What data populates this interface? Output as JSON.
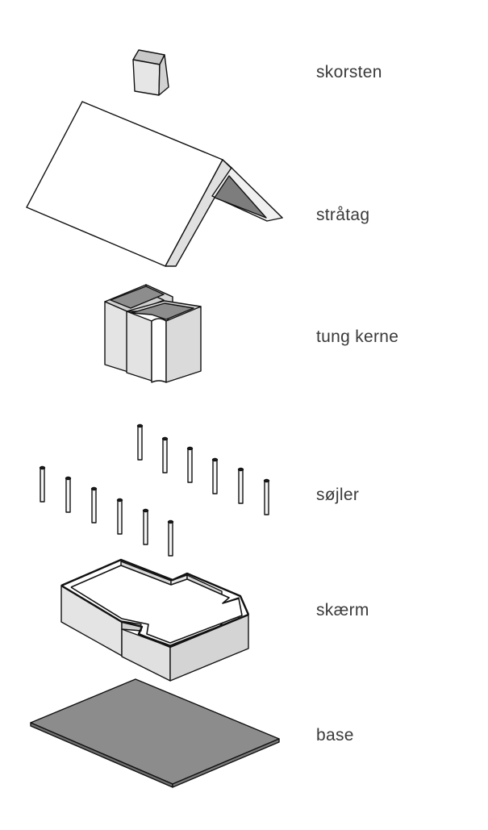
{
  "layers": [
    {
      "id": "chimney",
      "label": "skorsten",
      "icon": "chimney-block"
    },
    {
      "id": "roof",
      "label": "stråtag",
      "icon": "gable-roof"
    },
    {
      "id": "core",
      "label": "tung kerne",
      "icon": "heavy-core-walls"
    },
    {
      "id": "columns",
      "label": "søjler",
      "icon": "column-grid"
    },
    {
      "id": "screen",
      "label": "skærm",
      "icon": "perimeter-wall"
    },
    {
      "id": "base",
      "label": "base",
      "icon": "base-slab"
    }
  ],
  "colors": {
    "face_light": "#f7f7f7",
    "face_mid": "#e4e4e4",
    "face_dark": "#c9c9c9",
    "face_shadow": "#8f8f8f",
    "base_fill": "#8c8c8c",
    "outline": "#111111",
    "label_text": "#3a3a3a"
  }
}
